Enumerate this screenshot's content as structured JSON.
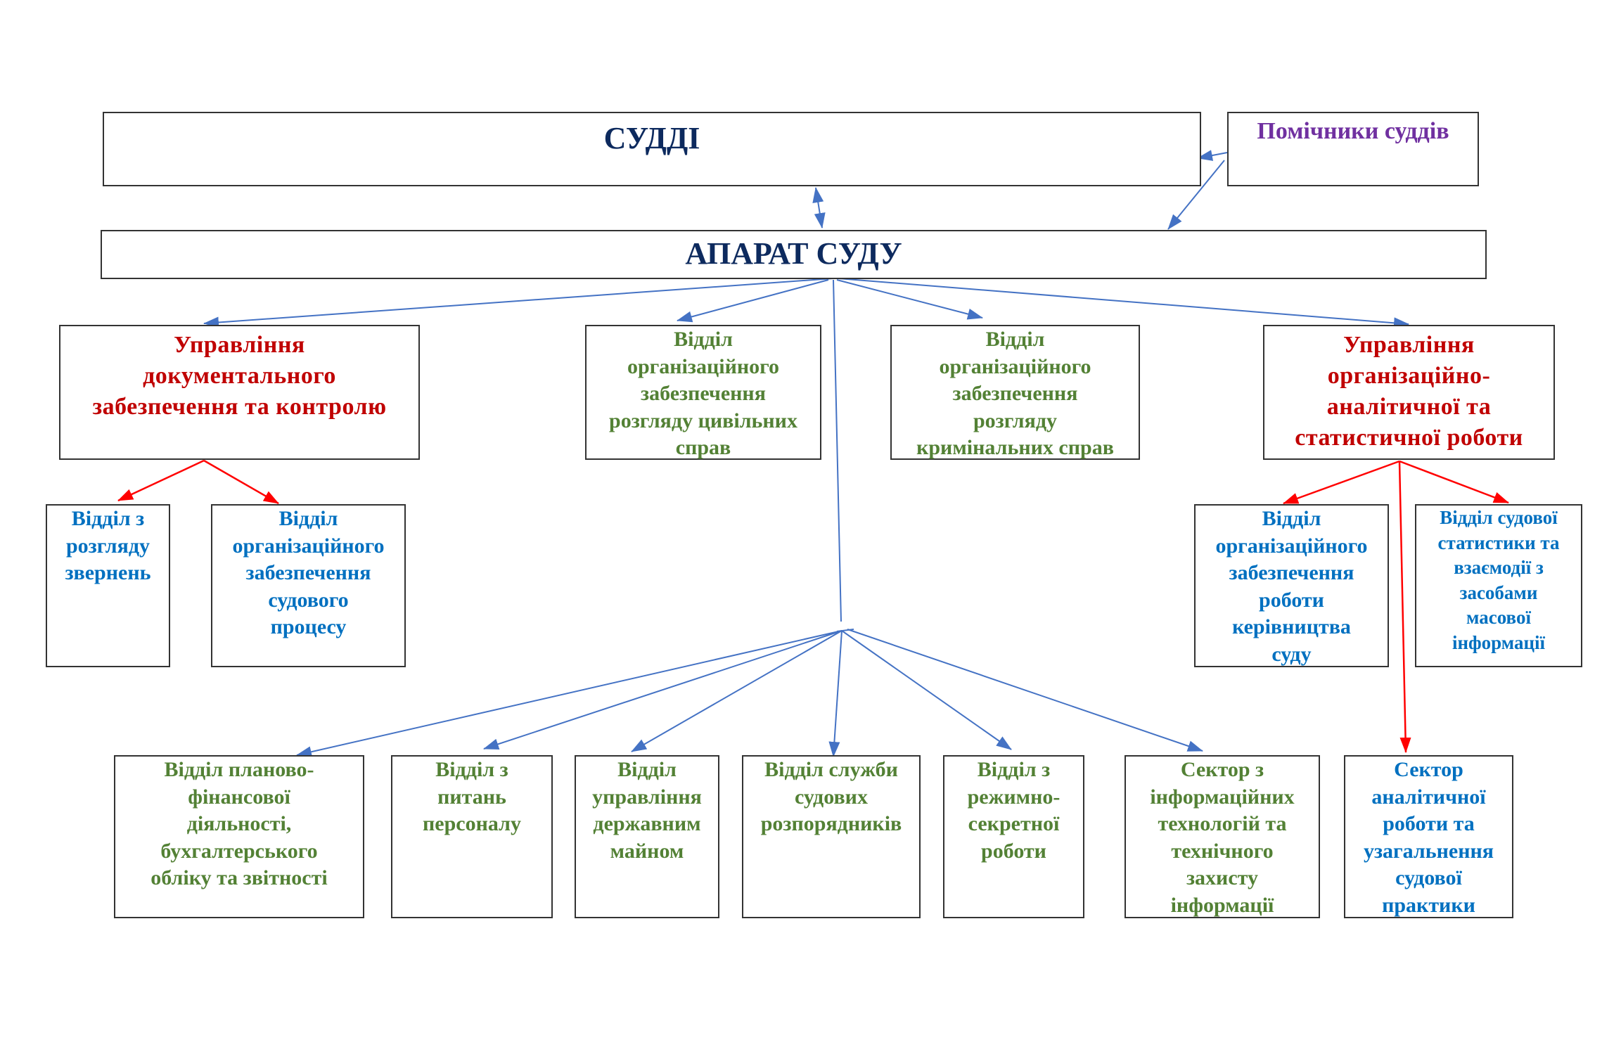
{
  "colors": {
    "title": "#0d2a5e",
    "assistants": "#7030a0",
    "directorate": "#c00000",
    "department_green": "#538135",
    "department_blue": "#0070c0",
    "connector_blue": "#4472c4",
    "connector_red": "#ff0000",
    "border": "#333333"
  },
  "nodes": {
    "judges": "СУДДІ",
    "assistants": "Помічники суддів",
    "apparatus": "АПАРАТ СУДУ",
    "doc_control": "Управління\nдокументального\nзабезпечення  та контролю",
    "civil": "Відділ\nорганізаційного\nзабезпечення\nрозгляду цивільних\nсправ",
    "criminal": "Відділ\nорганізаційного\nзабезпечення\nрозгляду\nкримінальних справ",
    "org_analytic": "Управління\nорганізаційно-\nаналітичної та\nстатистичної роботи",
    "appeals": "Відділ з\nрозгляду\nзвернень",
    "court_process": "Відділ\nорганізаційного\nзабезпечення\nсудового\nпроцесу",
    "leadership": "Відділ\nорганізаційного\nзабезпечення\nроботи\nкерівництва\nсуду",
    "statistics": "Відділ судової\nстатистики та\nвзаємодії з\nзасобами\nмасової\nінформації",
    "finance": "Відділ планово-\nфінансової\nдіяльності,\nбухгалтерського\nобліку та звітності",
    "personnel": "Відділ з\nпитань\nперсоналу",
    "property": "Відділ\nуправління\nдержавним\nмайном",
    "bailiffs": "Відділ служби\nсудових\nрозпорядників",
    "secret": "Відділ з\nрежимно-\nсекретної\nроботи",
    "it": "Сектор з\nінформаційних\nтехнологій та\nтехнічного\nзахисту\nінформації",
    "analytics": "Сектор\nаналітичної\nроботи та\nузагальнення\nсудової\nпрактики"
  },
  "connections": [
    {
      "from": "judges",
      "to": "apparatus",
      "color": "blue",
      "bidirectional": true
    },
    {
      "from": "assistants",
      "to": "judges",
      "color": "blue"
    },
    {
      "from": "assistants",
      "to": "apparatus",
      "color": "blue"
    },
    {
      "from": "apparatus",
      "to": "doc_control",
      "color": "blue"
    },
    {
      "from": "apparatus",
      "to": "civil",
      "color": "blue"
    },
    {
      "from": "apparatus",
      "to": "criminal",
      "color": "blue"
    },
    {
      "from": "apparatus",
      "to": "org_analytic",
      "color": "blue"
    },
    {
      "from": "apparatus",
      "to": "finance",
      "color": "blue",
      "via": "hub"
    },
    {
      "from": "apparatus",
      "to": "personnel",
      "color": "blue",
      "via": "hub"
    },
    {
      "from": "apparatus",
      "to": "property",
      "color": "blue",
      "via": "hub"
    },
    {
      "from": "apparatus",
      "to": "bailiffs",
      "color": "blue",
      "via": "hub"
    },
    {
      "from": "apparatus",
      "to": "secret",
      "color": "blue",
      "via": "hub"
    },
    {
      "from": "apparatus",
      "to": "it",
      "color": "blue",
      "via": "hub"
    },
    {
      "from": "doc_control",
      "to": "appeals",
      "color": "red"
    },
    {
      "from": "doc_control",
      "to": "court_process",
      "color": "red"
    },
    {
      "from": "org_analytic",
      "to": "leadership",
      "color": "red"
    },
    {
      "from": "org_analytic",
      "to": "statistics",
      "color": "red"
    },
    {
      "from": "org_analytic",
      "to": "analytics",
      "color": "red"
    }
  ]
}
